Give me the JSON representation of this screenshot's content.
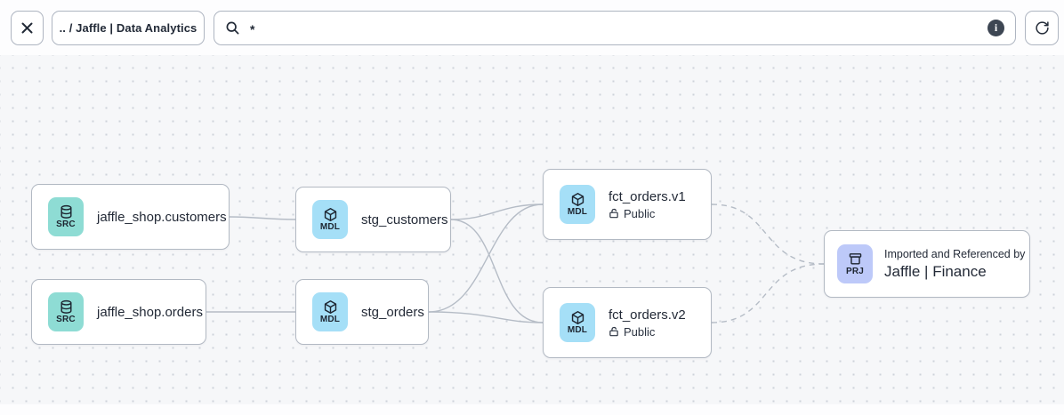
{
  "toolbar": {
    "close_icon": "x-close",
    "breadcrumb": ".. / Jaffle | Data Analytics",
    "search": {
      "value": "*",
      "icon": "magnifier"
    },
    "info_badge": "i",
    "refresh_icon": "rotate-cw"
  },
  "graph": {
    "nodes": [
      {
        "id": "source-jaffle_shop-customers",
        "badge": "SRC",
        "kind": "source",
        "title": "jaffle_shop.customers"
      },
      {
        "id": "source-jaffle_shop-orders",
        "badge": "SRC",
        "kind": "source",
        "title": "jaffle_shop.orders"
      },
      {
        "id": "model-stg_customers",
        "badge": "MDL",
        "kind": "model",
        "title": "stg_customers"
      },
      {
        "id": "model-stg_orders",
        "badge": "MDL",
        "kind": "model",
        "title": "stg_orders"
      },
      {
        "id": "model-fct_orders-v1",
        "badge": "MDL",
        "kind": "model",
        "title": "fct_orders.v1",
        "access": "Public"
      },
      {
        "id": "model-fct_orders-v2",
        "badge": "MDL",
        "kind": "model",
        "title": "fct_orders.v2",
        "access": "Public"
      },
      {
        "id": "project-jaffle-finance",
        "badge": "PRJ",
        "kind": "project",
        "subtitle": "Imported and Referenced by",
        "title": "Jaffle | Finance"
      }
    ],
    "edges": [
      {
        "from": "source-jaffle_shop-customers",
        "to": "model-stg_customers",
        "style": "solid"
      },
      {
        "from": "source-jaffle_shop-orders",
        "to": "model-stg_orders",
        "style": "solid"
      },
      {
        "from": "model-stg_customers",
        "to": "model-fct_orders-v1",
        "style": "solid"
      },
      {
        "from": "model-stg_customers",
        "to": "model-fct_orders-v2",
        "style": "solid"
      },
      {
        "from": "model-stg_orders",
        "to": "model-fct_orders-v1",
        "style": "solid"
      },
      {
        "from": "model-stg_orders",
        "to": "model-fct_orders-v2",
        "style": "solid"
      },
      {
        "from": "model-fct_orders-v1",
        "to": "project-jaffle-finance",
        "style": "dashed"
      },
      {
        "from": "model-fct_orders-v2",
        "to": "project-jaffle-finance",
        "style": "dashed"
      }
    ]
  },
  "colors": {
    "canvas_bg": "#f6f7f9",
    "dot_grid": "#ced3da",
    "edge": "#b5bcc6",
    "node_border": "#b2b9c3",
    "badge_source": "#8edcd4",
    "badge_model": "#a5dff7",
    "badge_project": "#bdc9f9",
    "ink": "#232a37",
    "info_badge_bg": "#3d4653"
  }
}
